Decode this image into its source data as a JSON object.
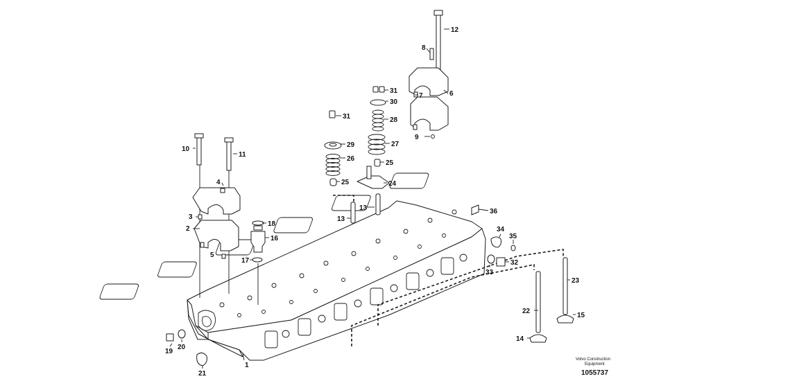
{
  "callouts": {
    "c1": "1",
    "c2": "2",
    "c3": "3",
    "c4": "4",
    "c5": "5",
    "c6": "6",
    "c7": "7",
    "c8": "8",
    "c9": "9",
    "c10": "10",
    "c11": "11",
    "c12": "12",
    "c13a": "13",
    "c13b": "13",
    "c14": "14",
    "c15": "15",
    "c16": "16",
    "c17": "17",
    "c18": "18",
    "c19": "19",
    "c20": "20",
    "c21": "21",
    "c22": "22",
    "c23": "23",
    "c24": "24",
    "c25a": "25",
    "c25b": "25",
    "c26": "26",
    "c27": "27",
    "c28": "28",
    "c29": "29",
    "c30": "30",
    "c31a": "31",
    "c31b": "31",
    "c32": "32",
    "c33": "33",
    "c34": "34",
    "c35": "35",
    "c36": "36"
  },
  "footer": {
    "brand_line1": "Volvo Construction",
    "brand_line2": "Equipment",
    "drawing_number": "1055737"
  }
}
